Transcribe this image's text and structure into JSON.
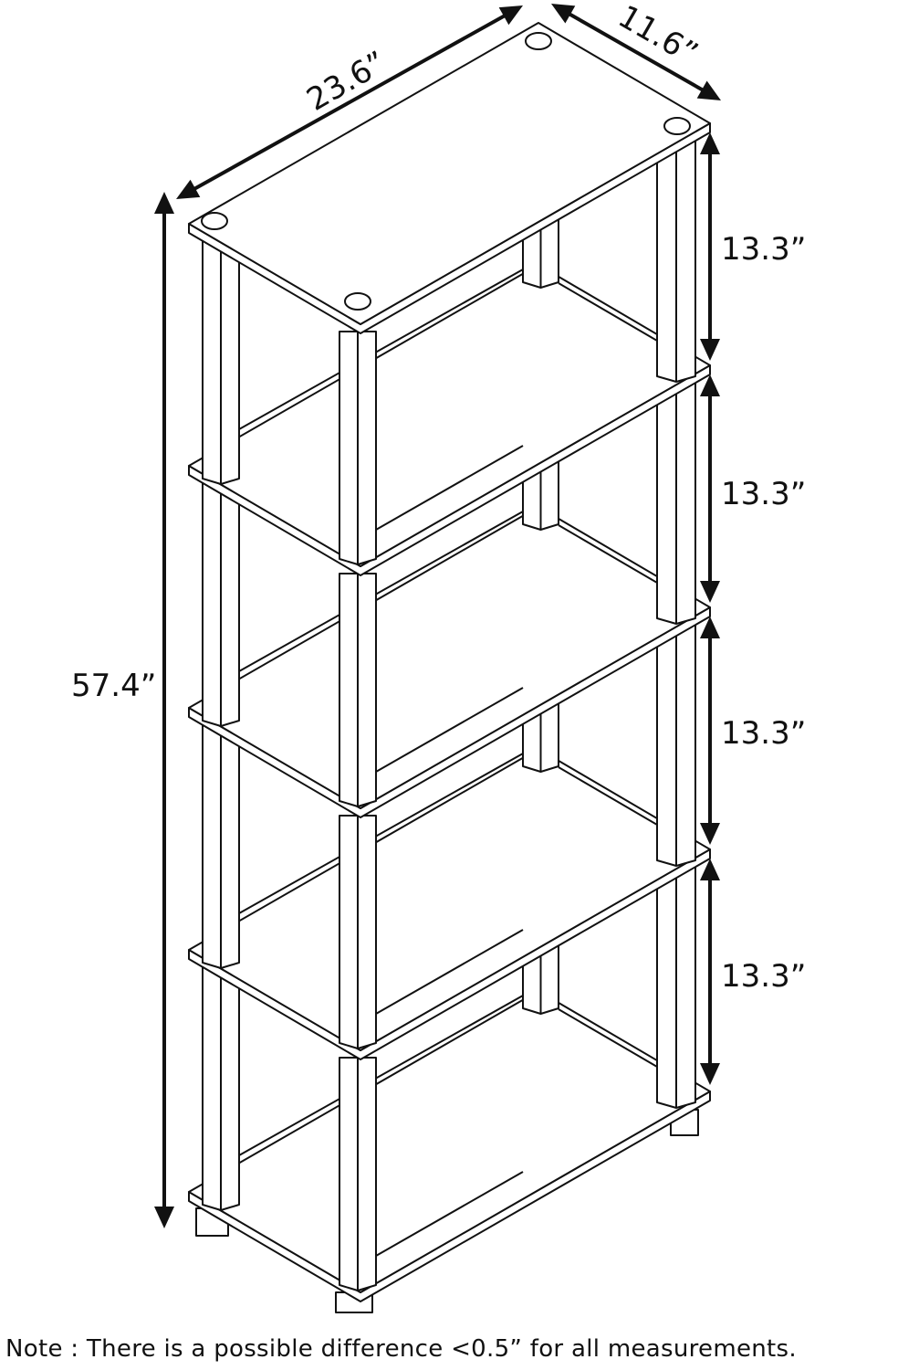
{
  "dimensions": {
    "width": "23.6”",
    "depth": "11.6”",
    "total_height": "57.4”",
    "shelf_gaps": [
      "13.3”",
      "13.3”",
      "13.3”",
      "13.3”"
    ]
  },
  "shelf_count": 5,
  "note": "Note : There is a possible difference <0.5” for all measurements.",
  "colors": {
    "line": "#111111",
    "background": "#ffffff"
  }
}
